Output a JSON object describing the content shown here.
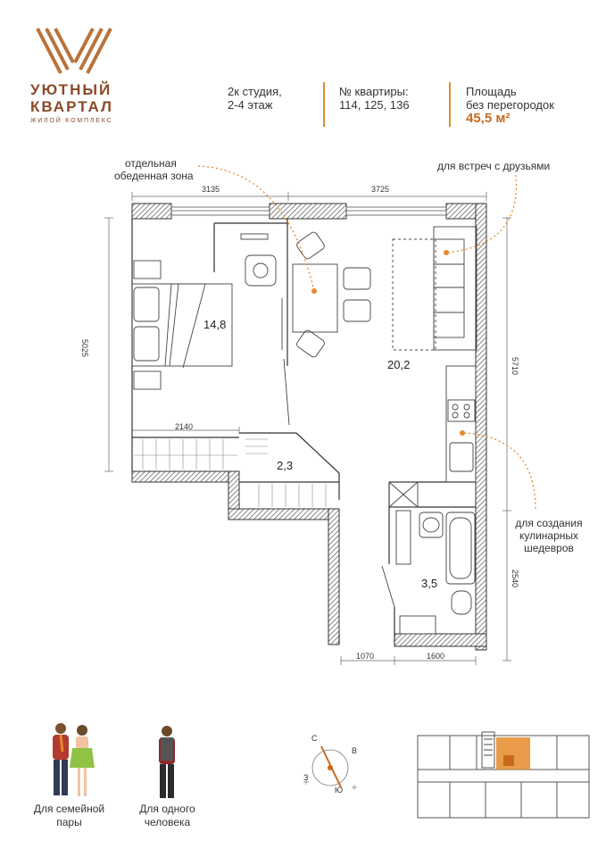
{
  "brand": {
    "line1": "УЮТНЫЙ",
    "line2": "КВАРТАЛ",
    "line3": "ЖИЛОЙ КОМПЛЕКС",
    "logo_icon": "stripes-v-logo-icon",
    "color": "#8a4a26"
  },
  "header": {
    "type_line1": "2к студия,",
    "type_line2": "2-4 этаж",
    "apt_label": "№ квартиры:",
    "apt_numbers": "114, 125, 136",
    "area_label1": "Площадь",
    "area_label2": "без перегородок",
    "area_value": "45,5 м²"
  },
  "plan": {
    "annotations": {
      "dining_line1": "отдельная",
      "dining_line2": "обеденная зона",
      "friends": "для встреч с друзьями",
      "cooking_line1": "для создания",
      "cooking_line2": "кулинарных",
      "cooking_line3": "шедевров"
    },
    "dimensions": {
      "top_left": "3135",
      "top_right": "3725",
      "left": "5025",
      "right": "5710",
      "right_lower": "2540",
      "closet_width": "2140",
      "bottom_left": "1070",
      "bottom_right": "1600"
    },
    "areas": {
      "bedroom": "14,8",
      "living": "20,2",
      "closet": "2,3",
      "bathroom": "3,5"
    },
    "accent_color": "#e58a2a"
  },
  "footer": {
    "family_line1": "Для семейной",
    "family_line2": "пары",
    "single_line1": "Для одного",
    "single_line2": "человека",
    "compass": {
      "n": "С",
      "e": "В",
      "w": "З",
      "s": "Ю"
    }
  }
}
